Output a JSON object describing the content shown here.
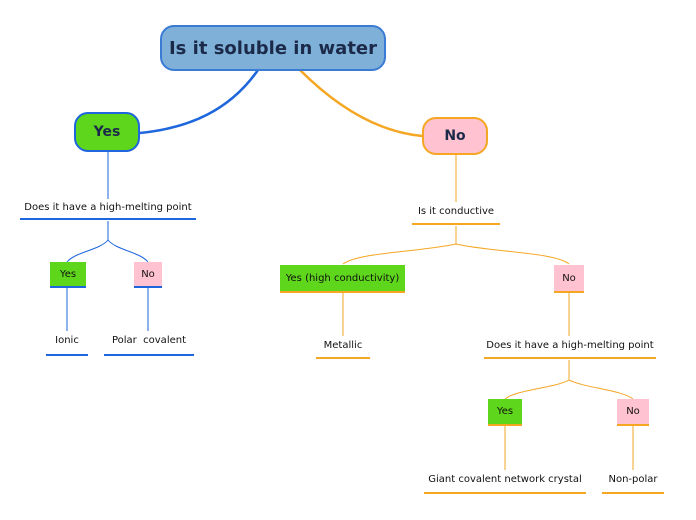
{
  "root": {
    "label": "Is it soluble in water"
  },
  "left": {
    "label": "Yes",
    "question": "Does it have a high-melting point",
    "yes": {
      "label": "Yes",
      "result": "Ionic"
    },
    "no": {
      "label": "No",
      "result": "Polar  covalent"
    }
  },
  "right": {
    "label": "No",
    "question": "Is it conductive",
    "yes": {
      "label": "Yes (high conductivity)",
      "result": "Metallic"
    },
    "no": {
      "label": "No",
      "question": "Does it have a high-melting point",
      "yes": {
        "label": "Yes",
        "result": "Giant covalent network crystal"
      },
      "no": {
        "label": "No",
        "result": "Non-polar"
      }
    }
  },
  "colors": {
    "blue": "#1e66dd",
    "orange": "#f5a623",
    "green": "#5ed61c",
    "pink": "#ffc2d1",
    "root_fill": "#7fb0d8"
  }
}
